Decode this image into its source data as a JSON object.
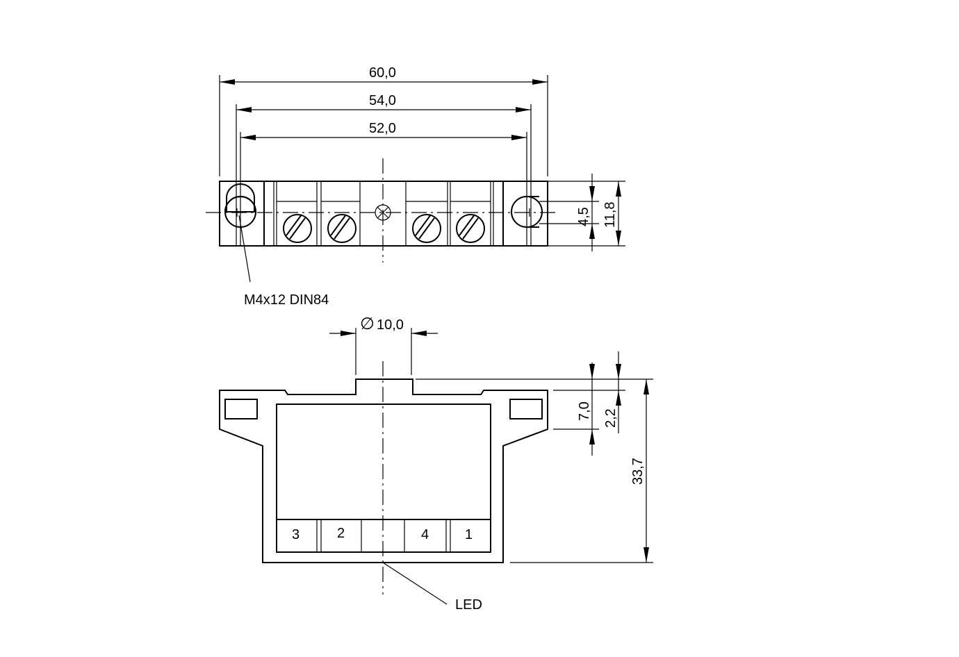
{
  "dimensions": {
    "width_60": "60,0",
    "width_54": "54,0",
    "width_52": "52,0",
    "hole_4_5": "4,5",
    "height_11_8": "11,8",
    "diameter_10": "10,0",
    "height_7_0": "7,0",
    "height_2_2": "2,2",
    "height_33_7": "33,7"
  },
  "labels": {
    "screw": "M4x12 DIN84",
    "led": "LED",
    "diameter_symbol": "∅"
  },
  "terminals": [
    "3",
    "2",
    "",
    "4",
    "1"
  ]
}
